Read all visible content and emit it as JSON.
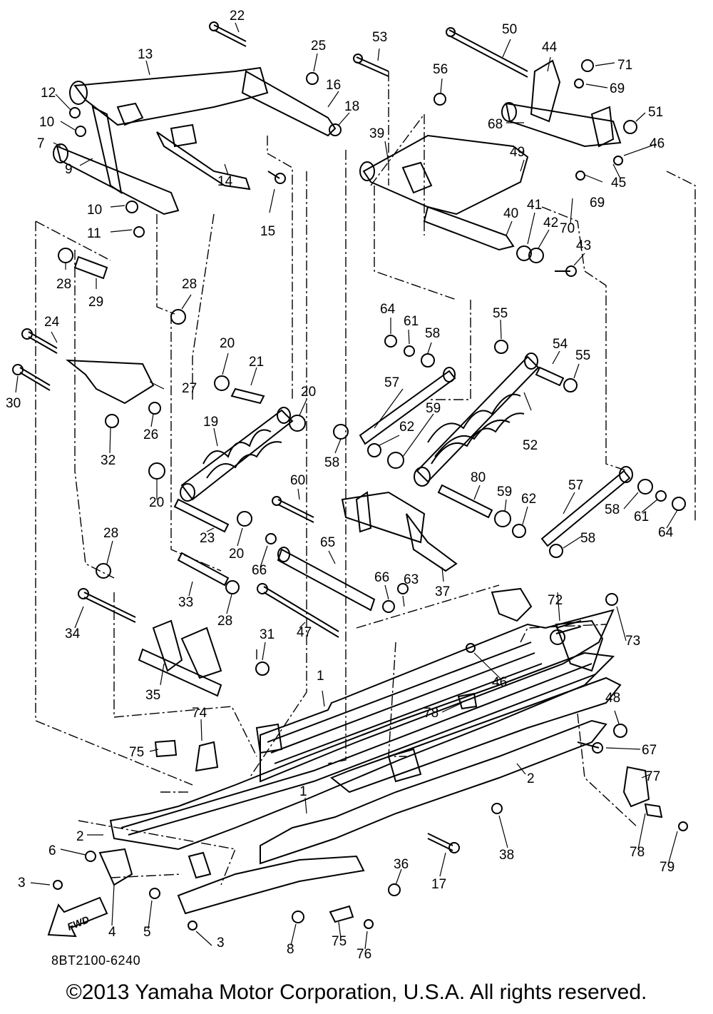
{
  "diagram": {
    "part_numbers": [
      "1",
      "2",
      "3",
      "4",
      "5",
      "6",
      "7",
      "8",
      "9",
      "10",
      "11",
      "12",
      "13",
      "14",
      "15",
      "16",
      "17",
      "18",
      "19",
      "20",
      "21",
      "22",
      "23",
      "24",
      "25",
      "26",
      "27",
      "28",
      "29",
      "30",
      "31",
      "32",
      "33",
      "34",
      "35",
      "36",
      "37",
      "38",
      "39",
      "40",
      "41",
      "42",
      "43",
      "44",
      "45",
      "46",
      "47",
      "48",
      "49",
      "50",
      "51",
      "52",
      "53",
      "54",
      "55",
      "56",
      "57",
      "58",
      "59",
      "60",
      "61",
      "62",
      "63",
      "64",
      "65",
      "66",
      "67",
      "68",
      "69",
      "70",
      "71",
      "72",
      "73",
      "74",
      "75",
      "76",
      "77",
      "78",
      "79",
      "80"
    ],
    "fwd_arrow_text": "FWD",
    "drawing_code": "8BT2100-6240"
  },
  "footer": {
    "copyright": "©2013 Yamaha Motor Corporation, U.S.A. All rights reserved."
  }
}
